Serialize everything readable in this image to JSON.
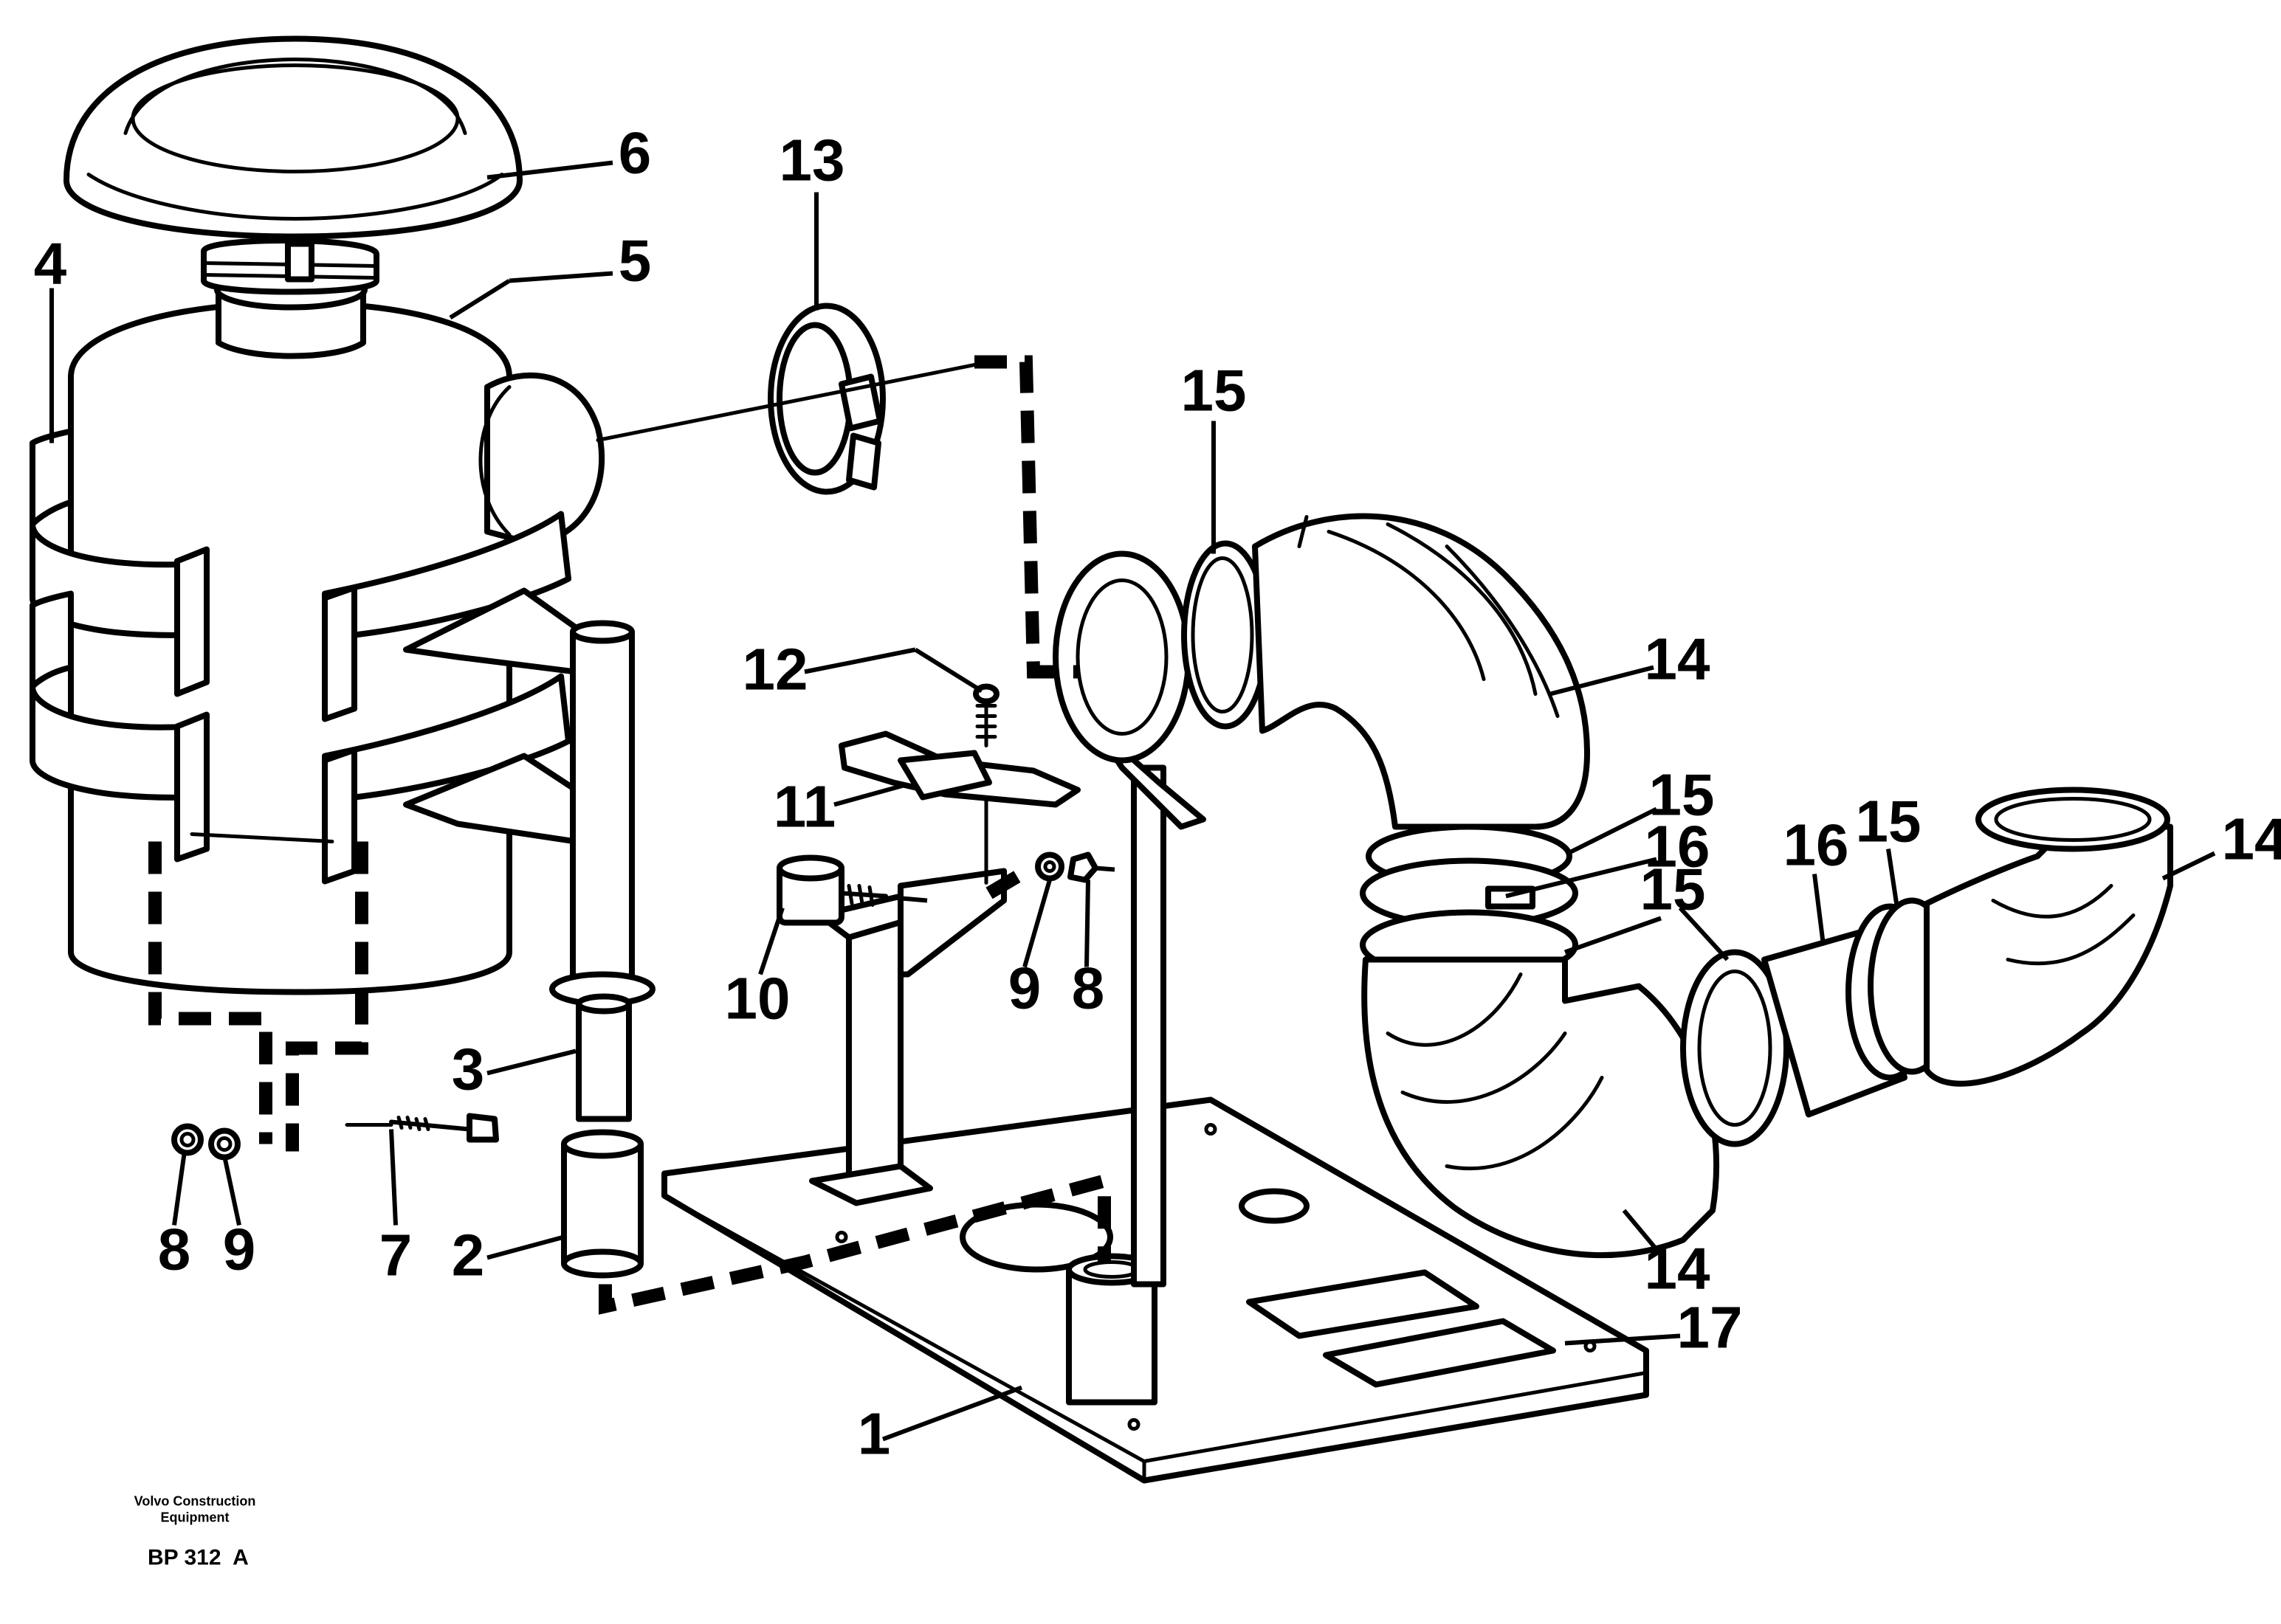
{
  "diagram": {
    "callouts": {
      "c1": "1",
      "c2": "2",
      "c3": "3",
      "c4": "4",
      "c5": "5",
      "c6": "6",
      "c7": "7",
      "c8a": "8",
      "c8b": "8",
      "c9a": "9",
      "c9b": "9",
      "c10": "10",
      "c11": "11",
      "c12": "12",
      "c13": "13",
      "c14a": "14",
      "c14b": "14",
      "c14c": "14",
      "c15a": "15",
      "c15b": "15",
      "c15c": "15",
      "c15d": "15",
      "c16a": "16",
      "c16b": "16",
      "c17": "17"
    },
    "brand_line1": "Volvo Construction",
    "brand_line2": "Equipment",
    "drawing_code": "BP 312  A"
  }
}
